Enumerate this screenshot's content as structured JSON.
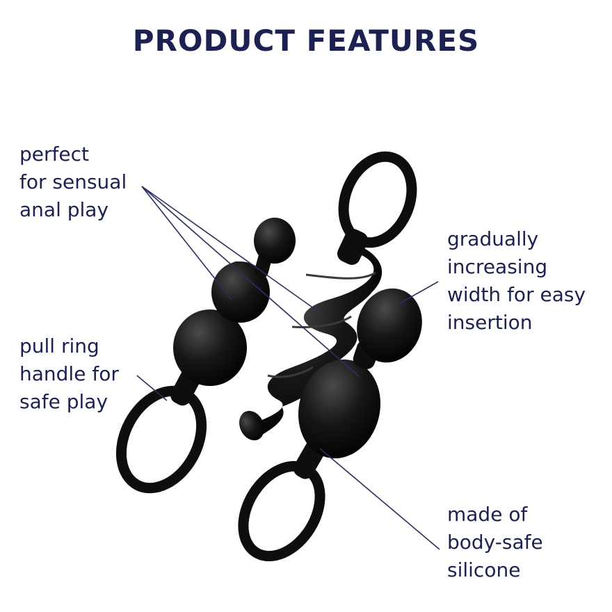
{
  "title": "PRODUCT FEATURES",
  "colors": {
    "text": "#1d2152",
    "line": "#2a2f5e",
    "product": "#0e0e0e",
    "highlight": "#4a4a4a",
    "background": "#ffffff"
  },
  "features": [
    {
      "id": "perfect",
      "lines": [
        "perfect",
        "for sensual",
        "anal play"
      ]
    },
    {
      "id": "ring",
      "lines": [
        "pull ring",
        "handle for",
        "safe play"
      ]
    },
    {
      "id": "gradual",
      "lines": [
        "gradually",
        "increasing",
        "width for easy",
        "insertion"
      ]
    },
    {
      "id": "made",
      "lines": [
        "made of",
        "body-safe",
        "silicone"
      ]
    }
  ]
}
